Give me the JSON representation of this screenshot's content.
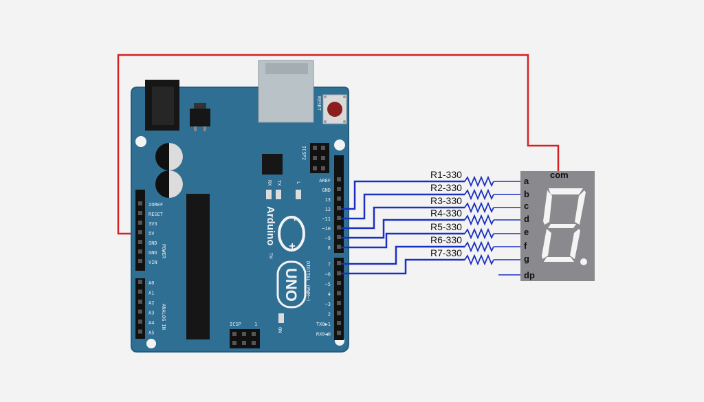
{
  "board": {
    "brand": "Arduino",
    "tm": "TM",
    "model": "UNO",
    "reset_label": "RESET",
    "icsp2_label": "ICSP2",
    "icsp_label": "ICSP",
    "icsp_one": "1",
    "on_label": "ON",
    "led_l": "L",
    "led_tx": "TX",
    "led_rx": "RX",
    "digital_label": "DIGITAL (PWM~)",
    "power_label": "POWER",
    "analog_label": "ANALOG IN",
    "power_pins": [
      "IOREF",
      "RESET",
      "3V3",
      "5V",
      "GND",
      "GND",
      "VIN"
    ],
    "analog_pins": [
      "A0",
      "A1",
      "A2",
      "A3",
      "A4",
      "A5"
    ],
    "digital_top_pins": [
      "AREF",
      "GND",
      "13",
      "12",
      "~11",
      "~10",
      "~9",
      "8"
    ],
    "digital_bottom_pins": [
      "7",
      "~6",
      "~5",
      "4",
      "~3",
      "2",
      "TX0▶1",
      "RX0◀0"
    ]
  },
  "resistors": [
    "R1-330",
    "R2-330",
    "R3-330",
    "R4-330",
    "R5-330",
    "R6-330",
    "R7-330"
  ],
  "display": {
    "common_label": "com",
    "segment_labels": [
      "a",
      "b",
      "c",
      "d",
      "e",
      "f",
      "g",
      "dp"
    ]
  },
  "colors": {
    "board": "#2f6f94",
    "board_dark": "#1f5676",
    "power_wire": "#d42020",
    "signal_wire": "#1a2fc0",
    "display_body": "#8a8a8e",
    "segment": "#f4f4f4"
  }
}
